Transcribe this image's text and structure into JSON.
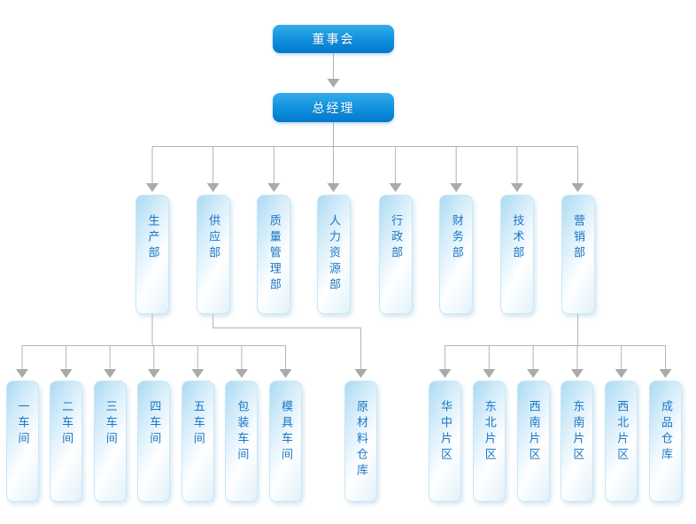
{
  "canvas": {
    "background": "#ffffff"
  },
  "colors": {
    "executive_node_gradient_top": "#35acea",
    "executive_node_gradient_bottom": "#0277cd",
    "executive_node_text": "#ffffff",
    "unit_node_fill_light": "#abdaf2",
    "unit_node_fill_white": "#ffffff",
    "unit_node_border": "#c9e6f6",
    "unit_node_text": "#1b76c4",
    "connector_line": "#b3b3b3",
    "connector_arrowhead": "#aaaaaa"
  },
  "nodes": {
    "board": "董事会",
    "general_manager": "总经理",
    "departments": [
      "生产部",
      "供应部",
      "质量管理部",
      "人力资源部",
      "行政部",
      "财务部",
      "技术部",
      "营销部"
    ],
    "production_sub_units": [
      "一车间",
      "二车间",
      "三车间",
      "四车间",
      "五车间",
      "包装车间",
      "模具车间"
    ],
    "supply_sub_units": [
      "原材料仓库"
    ],
    "marketing_sub_units": [
      "华中片区",
      "东北片区",
      "西南片区",
      "东南片区",
      "西北片区",
      "成品仓库"
    ]
  }
}
